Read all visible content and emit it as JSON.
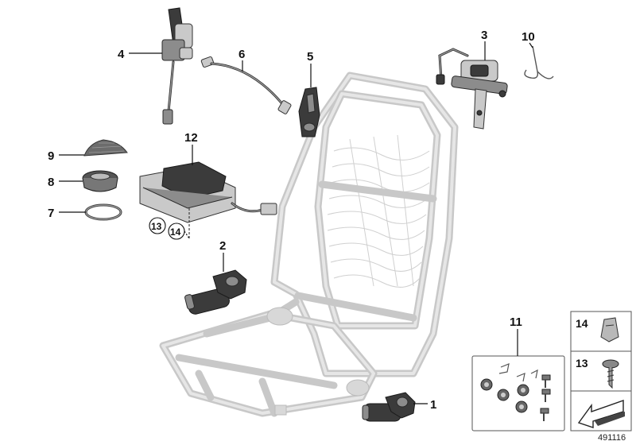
{
  "callouts": {
    "c1": "1",
    "c2": "2",
    "c3": "3",
    "c4": "4",
    "c5": "5",
    "c6": "6",
    "c7": "7",
    "c8": "8",
    "c9": "9",
    "c10": "10",
    "c11": "11",
    "c12": "12",
    "c13": "13",
    "c14": "14"
  },
  "legend": {
    "item14": "14",
    "item13": "13"
  },
  "diagram_number": "491116"
}
